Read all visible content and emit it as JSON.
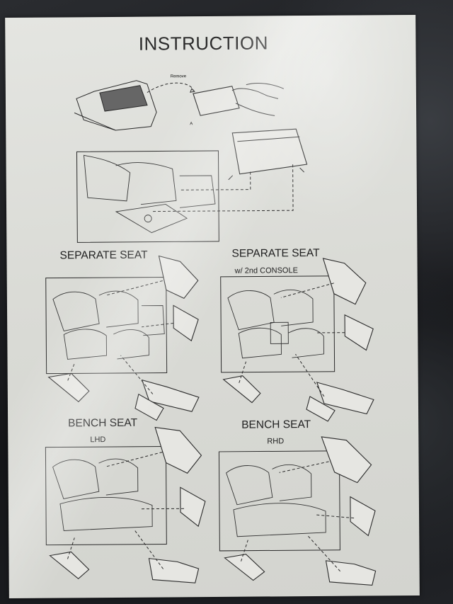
{
  "document": {
    "title": "INSTRUCTION",
    "sections": [
      {
        "heading": "SEPARATE SEAT",
        "subheading": ""
      },
      {
        "heading": "SEPARATE SEAT",
        "subheading": "w/ 2nd  CONSOLE"
      },
      {
        "heading": "BENCH SEAT",
        "subheading": "LHD"
      },
      {
        "heading": "BENCH SEAT",
        "subheading": "RHD"
      }
    ],
    "callouts": {
      "remove": "Remove",
      "point": "A"
    }
  },
  "colors": {
    "paper": "#dadbd6",
    "ink": "#2a2a2a",
    "background": "#1b1d20"
  }
}
